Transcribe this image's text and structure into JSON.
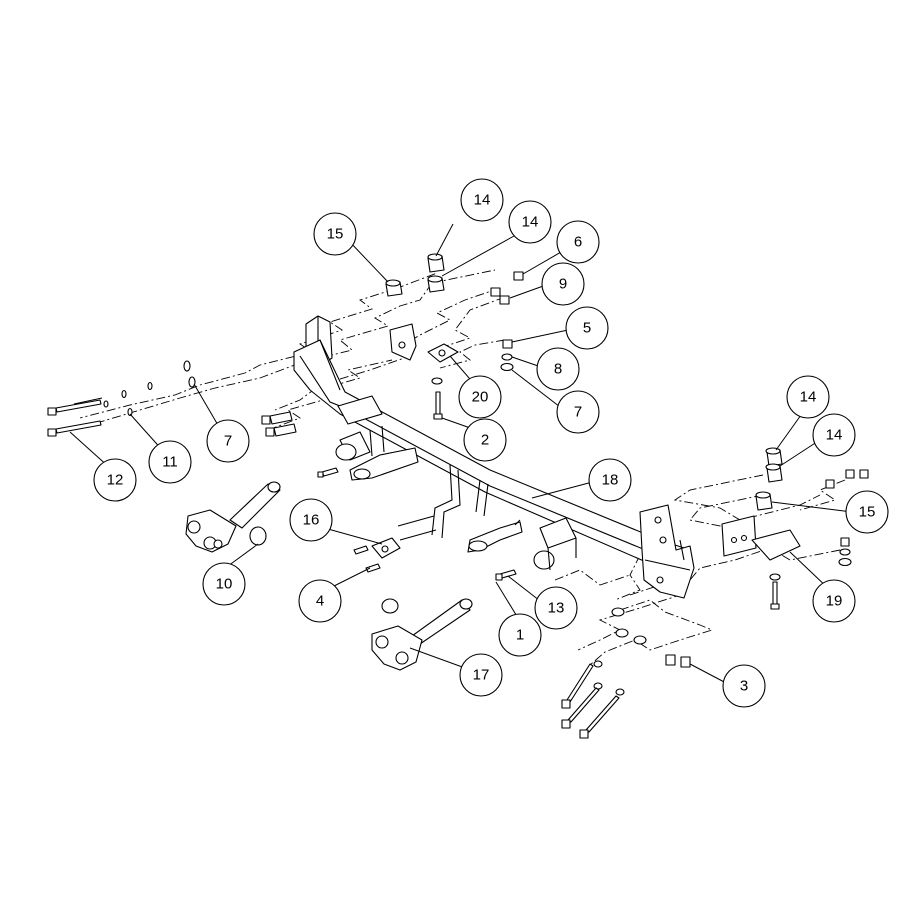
{
  "callouts": [
    {
      "id": "c14a",
      "label": "14"
    },
    {
      "id": "c15a",
      "label": "15"
    },
    {
      "id": "c14b",
      "label": "14"
    },
    {
      "id": "c6",
      "label": "6"
    },
    {
      "id": "c9",
      "label": "9"
    },
    {
      "id": "c5",
      "label": "5"
    },
    {
      "id": "c8",
      "label": "8"
    },
    {
      "id": "c7a",
      "label": "7"
    },
    {
      "id": "c20",
      "label": "20"
    },
    {
      "id": "c2",
      "label": "2"
    },
    {
      "id": "c7b",
      "label": "7"
    },
    {
      "id": "c11",
      "label": "11"
    },
    {
      "id": "c12",
      "label": "12"
    },
    {
      "id": "c14c",
      "label": "14"
    },
    {
      "id": "c14d",
      "label": "14"
    },
    {
      "id": "c18",
      "label": "18"
    },
    {
      "id": "c15b",
      "label": "15"
    },
    {
      "id": "c16",
      "label": "16"
    },
    {
      "id": "c10",
      "label": "10"
    },
    {
      "id": "c4",
      "label": "4"
    },
    {
      "id": "c13",
      "label": "13"
    },
    {
      "id": "c1",
      "label": "1"
    },
    {
      "id": "c19",
      "label": "19"
    },
    {
      "id": "c17",
      "label": "17"
    },
    {
      "id": "c3",
      "label": "3"
    }
  ]
}
